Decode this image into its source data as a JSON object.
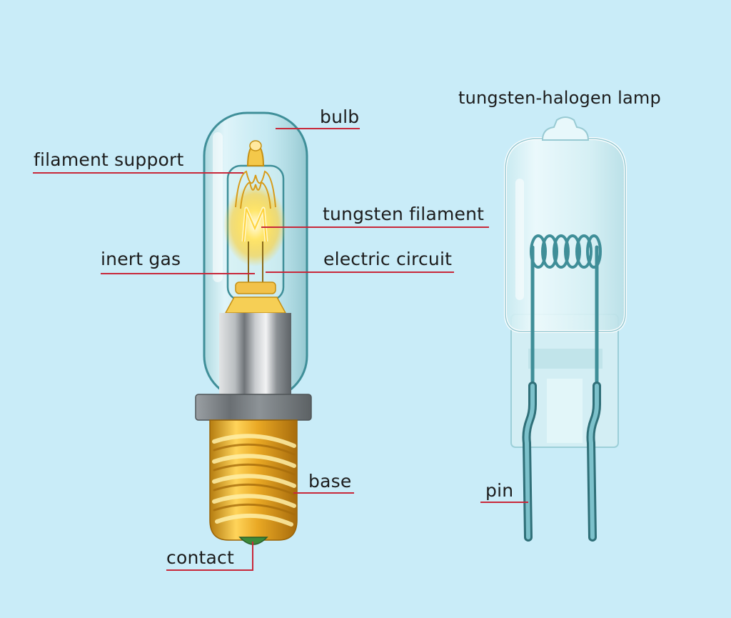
{
  "labels": {
    "bulb": "bulb",
    "filament_support": "filament support",
    "tungsten_filament": "tungsten filament",
    "inert_gas": "inert gas",
    "electric_circuit": "electric circuit",
    "base": "base",
    "contact": "contact",
    "pin": "pin"
  },
  "title": "tungsten-halogen lamp",
  "colors": {
    "background": "#c9ecf8",
    "leader_line": "#c8283a",
    "glass_outline": "#3f8f99",
    "filament_glow": "#ffd84a",
    "base_brass": "#e0a92a",
    "collar_gray": "#6e7377",
    "contact_green": "#3d8a3a",
    "pin_color": "#3f8e98"
  }
}
